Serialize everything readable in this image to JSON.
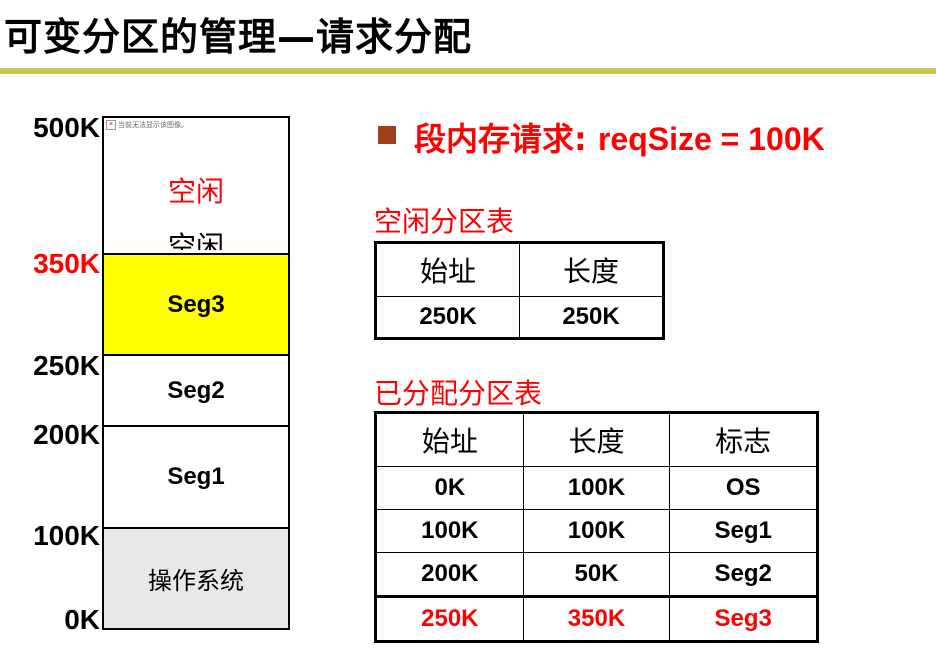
{
  "title": "可变分区的管理—请求分配",
  "memory": {
    "broken_image_text": "当前无法显示该图像。",
    "free_label_1": "空闲",
    "free_label_2": "空闲",
    "seg3": "Seg3",
    "seg2": "Seg2",
    "seg1": "Seg1",
    "os": "操作系统",
    "addresses": [
      "500K",
      "350K",
      "250K",
      "200K",
      "100K",
      "0K"
    ]
  },
  "request": {
    "cn": "段内存请求:",
    "expr": "reqSize = 100K"
  },
  "free_table": {
    "caption": "空闲分区表",
    "headers": [
      "始址",
      "长度"
    ],
    "rows": [
      [
        "250K",
        "250K"
      ]
    ]
  },
  "alloc_table": {
    "caption": "已分配分区表",
    "headers": [
      "始址",
      "长度",
      "标志"
    ],
    "rows": [
      [
        "0K",
        "100K",
        "OS"
      ],
      [
        "100K",
        "100K",
        "Seg1"
      ],
      [
        "200K",
        "50K",
        "Seg2"
      ],
      [
        "250K",
        "350K",
        "Seg3"
      ]
    ]
  },
  "colors": {
    "accent_red": "#ff0000",
    "seg3_fill": "#ffff00",
    "os_fill": "#e8e8e8",
    "rule": "#c8c850",
    "bullet": "#a0401a"
  }
}
